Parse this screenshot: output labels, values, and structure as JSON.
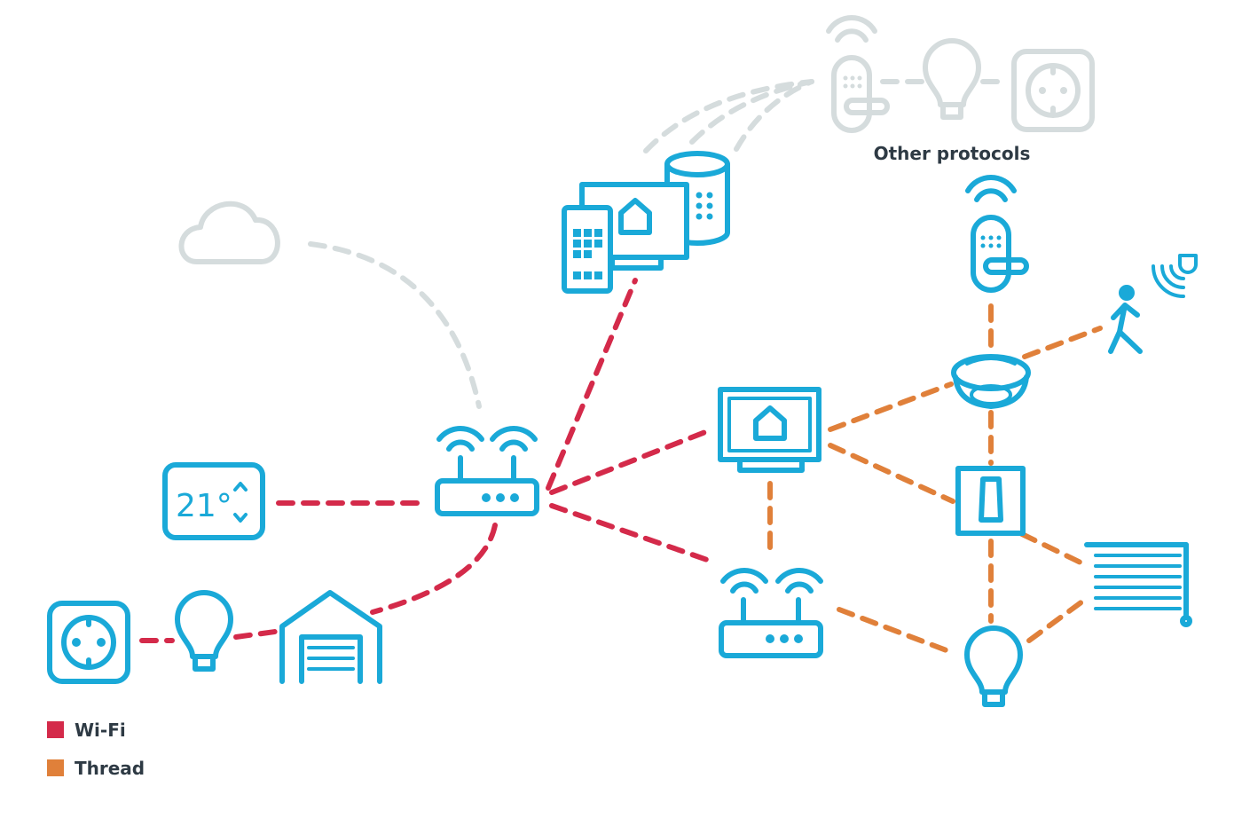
{
  "colors": {
    "wifi": "#d42a4a",
    "thread": "#e0803a",
    "device": "#1aa9d8",
    "other": "#d5dcdd",
    "text": "#2e3a44"
  },
  "thermostat": {
    "temperature": "21°"
  },
  "other_protocols": {
    "label": "Other protocols",
    "icons": [
      "door-lock-icon",
      "light-bulb-icon",
      "power-socket-icon"
    ]
  },
  "legend": [
    {
      "label": "Wi-Fi",
      "color": "#d42a4a"
    },
    {
      "label": "Thread",
      "color": "#e0803a"
    }
  ],
  "devices": [
    "cloud-icon",
    "wifi-router-icon",
    "thermostat-icon",
    "power-socket-icon",
    "light-bulb-icon",
    "garage-door-icon",
    "smart-hub-icon",
    "display-icon",
    "thread-border-router-icon",
    "door-lock-icon",
    "smoke-detector-icon",
    "motion-sensor-icon",
    "light-switch-icon",
    "window-blinds-icon"
  ]
}
